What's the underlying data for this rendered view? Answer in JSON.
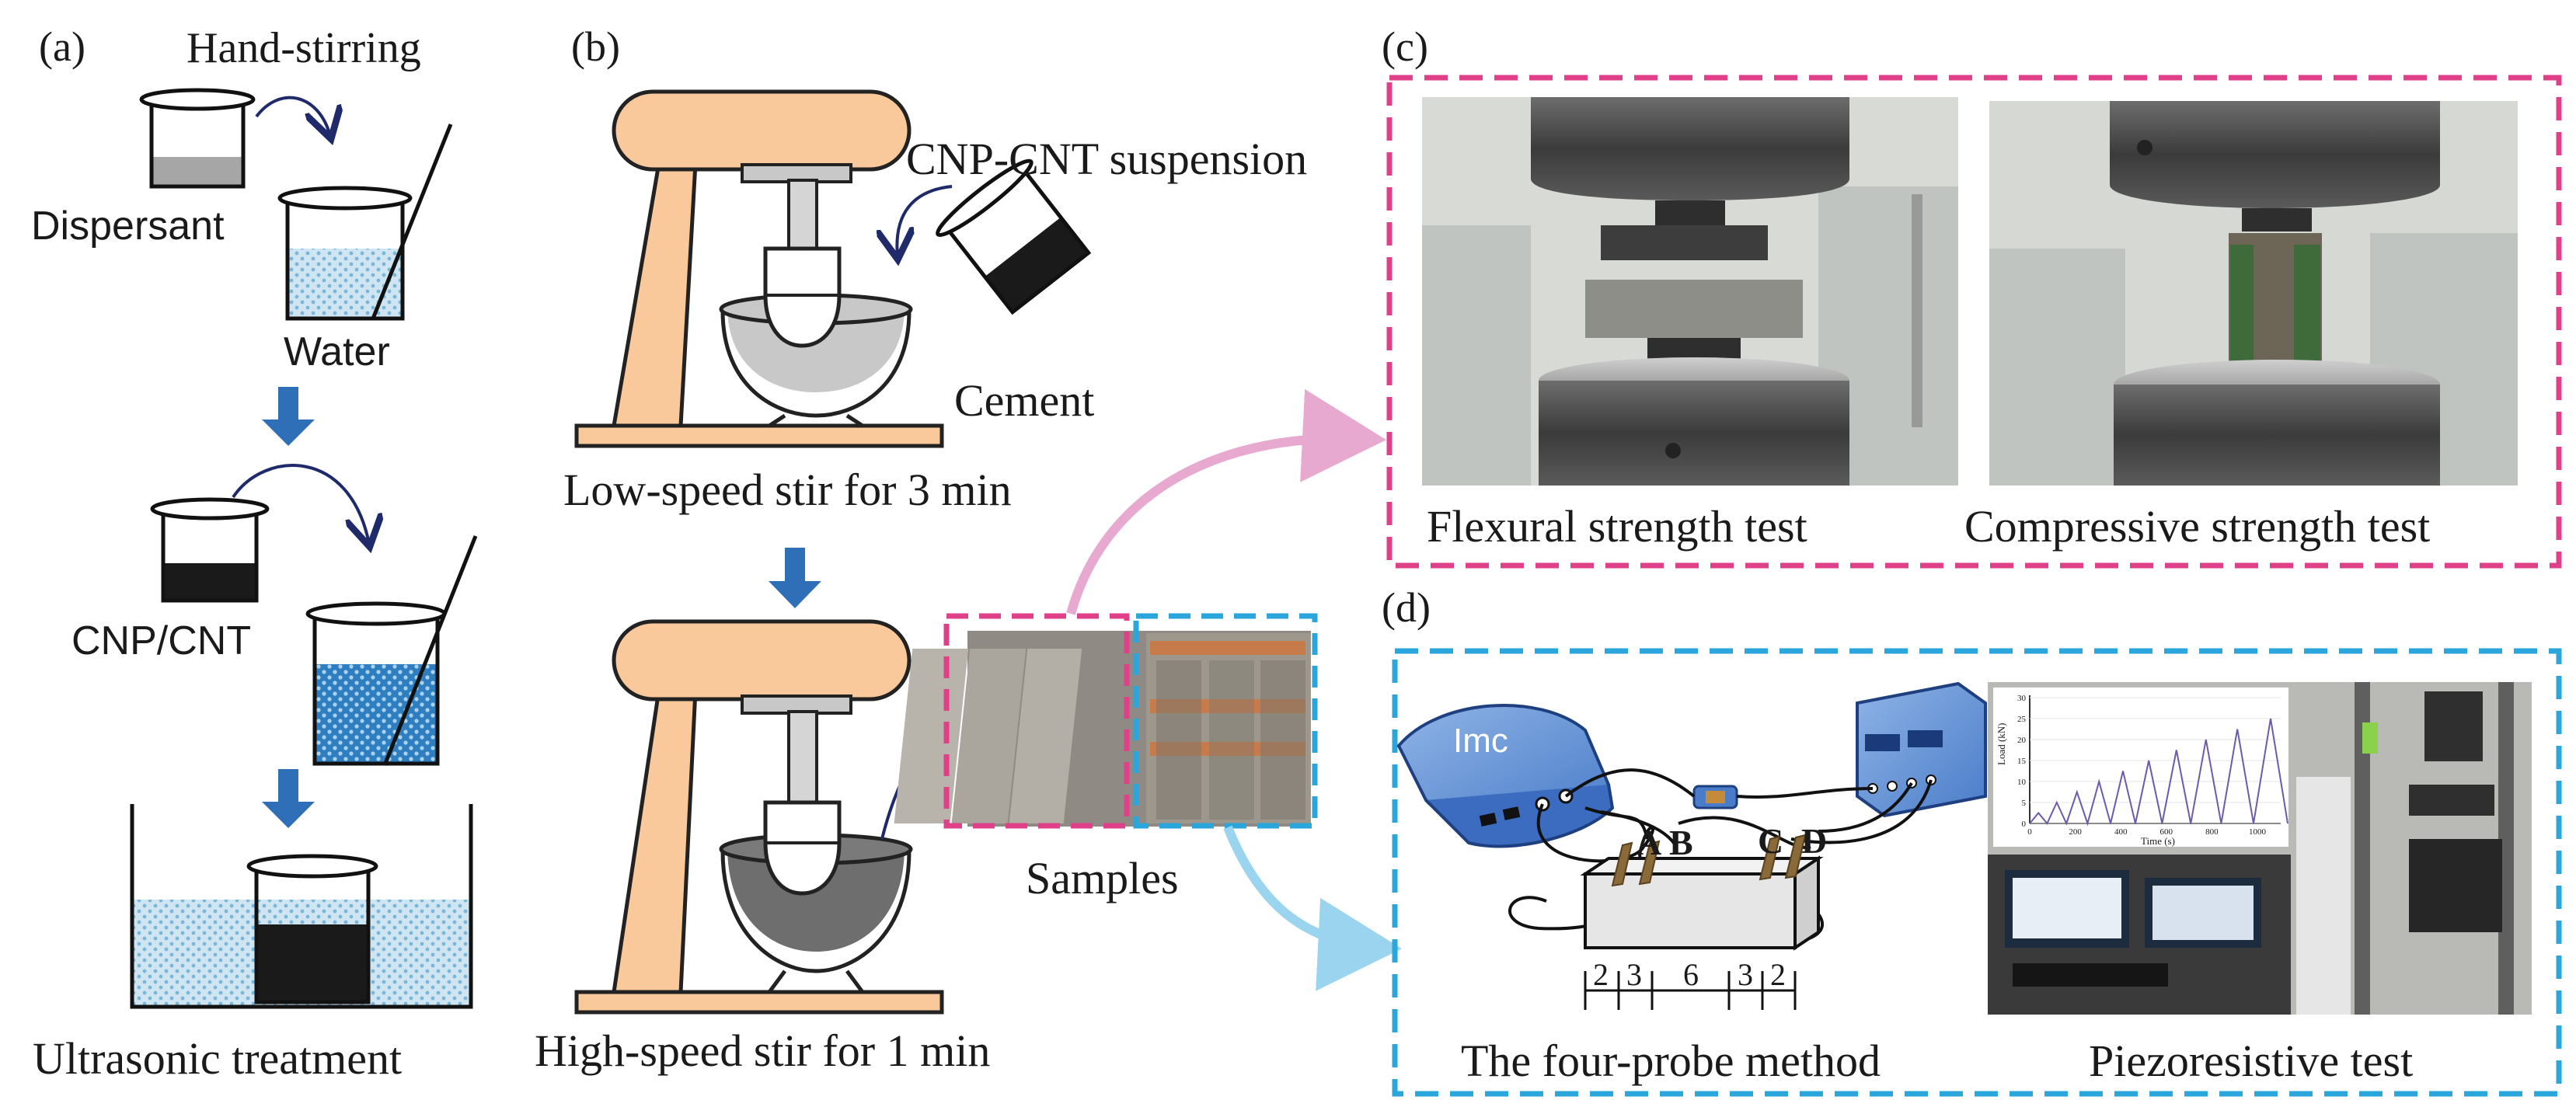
{
  "panels": {
    "a": {
      "tag": "(a)",
      "hand_stirring": "Hand-stirring",
      "dispersant": "Dispersant",
      "water": "Water",
      "cnp_cnt": "CNP/CNT",
      "ultrasonic": "Ultrasonic treatment"
    },
    "b": {
      "tag": "(b)",
      "suspension": "CNP-CNT suspension",
      "cement": "Cement",
      "low_speed": "Low-speed stir for 3 min",
      "high_speed": "High-speed stir for 1 min",
      "samples": "Samples"
    },
    "c": {
      "tag": "(c)",
      "flexural": "Flexural strength test",
      "compressive": "Compressive strength test"
    },
    "d": {
      "tag": "(d)",
      "device": "Imc",
      "probes": [
        "A",
        "B",
        "C",
        "D"
      ],
      "spacings": [
        "2",
        "3",
        "6",
        "3",
        "2"
      ],
      "four_probe": "The four-probe method",
      "piezo": "Piezoresistive test",
      "inset_chart": {
        "ylabel": "Load (kN)",
        "xlabel": "Time (s)",
        "yticks": [
          "30",
          "25",
          "20",
          "15",
          "10",
          "5",
          "0"
        ],
        "xticks": [
          "0",
          "200",
          "400",
          "600",
          "800",
          "1000"
        ]
      }
    }
  },
  "colors": {
    "accent_pink": "#e0408a",
    "accent_blue": "#2aa6dc",
    "arrow_blue": "#2e6fb7",
    "mixer": "#f9c99b",
    "navy_arrow": "#1f2a6b"
  }
}
